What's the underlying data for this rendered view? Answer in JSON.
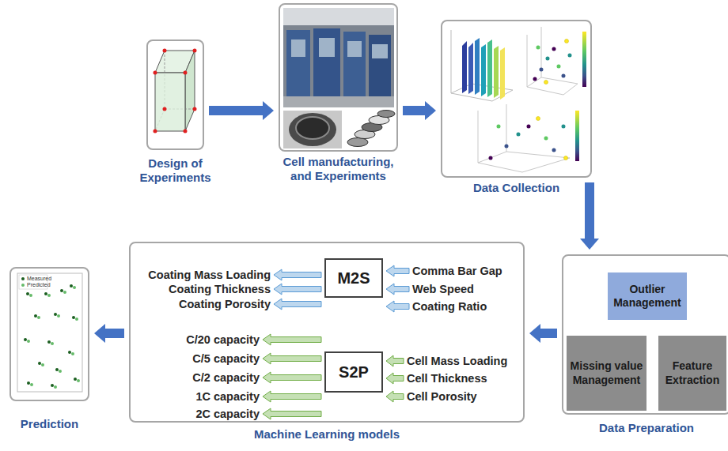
{
  "diagram": {
    "nodes": [
      {
        "text": [
          "Design of Experiments"
        ]
      },
      {
        "text": [
          "Cell manufacturing, and Experiments"
        ]
      },
      {
        "text": [
          "Data Collection"
        ]
      },
      {
        "text": [
          "Data Preparation"
        ]
      },
      {
        "text": [
          "Outlier Management"
        ],
        "in": 3
      },
      {
        "text": [
          "Missing value Management"
        ],
        "in": 3
      },
      {
        "text": [
          "Feature Extraction"
        ],
        "in": 3
      },
      {
        "text": [
          "Machine Learning models"
        ]
      },
      {
        "text": [
          "M2S"
        ],
        "in": 7
      },
      {
        "text": [
          "S2P"
        ],
        "in": 7
      },
      {
        "text": [
          "Prediction"
        ]
      }
    ],
    "edges": [
      {
        "from": 0,
        "to": 1,
        "arrow": "to"
      },
      {
        "from": 1,
        "to": 2,
        "arrow": "to"
      },
      {
        "from": 2,
        "to": 3,
        "arrow": "to"
      },
      {
        "from": 3,
        "to": 7,
        "arrow": "to"
      },
      {
        "from": 7,
        "to": 10,
        "arrow": "to"
      }
    ],
    "labels": [
      "Coating Mass Loading",
      "Coating Thickness",
      "Coating Porosity",
      "Comma Bar Gap",
      "Web Speed",
      "Coating Ratio",
      "C/20 capacity",
      "C/5 capacity",
      "C/2 capacity",
      "1C capacity",
      "2C capacity",
      "Cell Mass Loading",
      "Cell Thickness",
      "Cell Porosity"
    ],
    "legend": [
      {
        "text": "Measured",
        "color": "#1b5e20"
      },
      {
        "text": "Predicted",
        "color": "#66bb6a"
      }
    ]
  }
}
